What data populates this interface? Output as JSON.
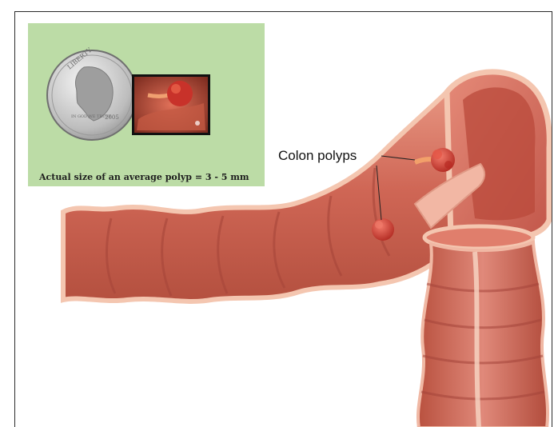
{
  "inset": {
    "caption": "Actual size of an average polyp = 3 - 5 mm",
    "coin_text": {
      "motto": "LIBERTY",
      "inscription": "IN GOD WE TRUST",
      "year": "2005"
    }
  },
  "callout": {
    "label": "Colon polyps"
  },
  "colors": {
    "inset_background": "#bcdca6",
    "colon_wall": "#d66e5f",
    "colon_outline": "#f4c6b0",
    "polyp": "#d23c2e",
    "frame_border": "#2a2a2a"
  }
}
